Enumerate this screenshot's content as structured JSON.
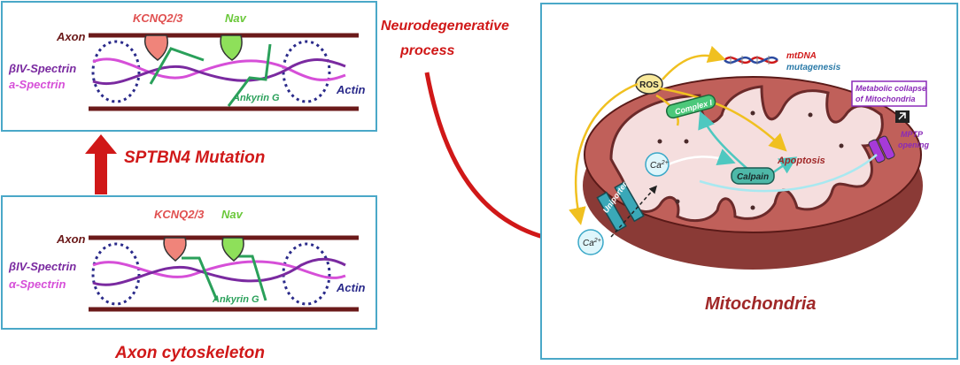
{
  "panels": {
    "mutant": {
      "axon": "Axon",
      "kcnq": "KCNQ2/3",
      "nav": "Nav",
      "beta_spectrin": "βIV-Spectrin",
      "alpha_spectrin": "a-Spectrin",
      "ankyrin": "Ankyrin G",
      "actin": "Actin"
    },
    "normal": {
      "axon": "Axon",
      "kcnq": "KCNQ2/3",
      "nav": "Nav",
      "beta_spectrin": "βIV-Spectrin",
      "alpha_spectrin": "α-Spectrin",
      "ankyrin": "Ankyrin G",
      "actin": "Actin"
    },
    "mutation": "SPTBN4 Mutation",
    "cytoskeleton": "Axon cytoskeleton"
  },
  "process": {
    "line1": "Neurodegenerative",
    "line2": "process"
  },
  "mito": {
    "title": "Mitochondria",
    "ros": "ROS",
    "mtdna_line1": "mtDNA",
    "mtdna_line2": "mutagenesis",
    "metabolic_line1": "Metabolic collapse",
    "metabolic_line2": "of Mitochondria",
    "mptp_line1": "MPTP",
    "mptp_line2": "opening",
    "complex": "Complex I",
    "apoptosis": "Apoptosis",
    "calpain": "Calpain",
    "ca_inner": "Ca",
    "ca_inner_sup": "2+",
    "ca_outer": "Ca",
    "ca_outer_sup": "2+",
    "uniporter": "Uniporter"
  },
  "colors": {
    "axon_line": "#6b1a1a",
    "kcnq": "#f0847a",
    "nav": "#8ee05a",
    "beta_spectrin": "#7a2aa0",
    "alpha_spectrin": "#d64fd8",
    "ankyrin": "#2aa05a",
    "actin": "#2a2a8a",
    "accent_red": "#d01818",
    "box_border": "#4aa8c8",
    "mito_outer": "#c0605a",
    "mito_inner": "#f5dede",
    "arrow_yellow": "#f0c020",
    "arrow_teal": "#4ec8c0"
  }
}
